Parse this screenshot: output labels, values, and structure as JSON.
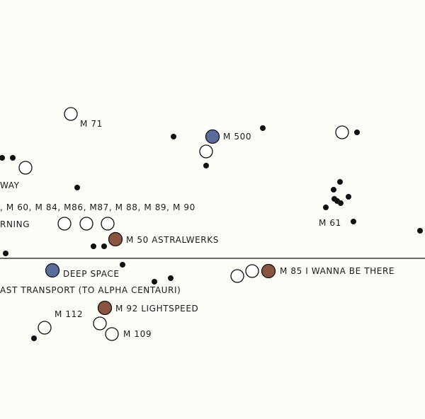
{
  "colors": {
    "background": "#fcfcf7",
    "ink": "#111111",
    "blue": "#5b6b9e",
    "brown": "#8a5540"
  },
  "labels": {
    "m71": "M 71",
    "m500": "M 500",
    "way": "WAY",
    "m60_group": ", M 60, M 84, M86, M87, M 88, M 89, M 90",
    "rning": "RNING",
    "m61": "M 61",
    "m50": "M 50 ASTRALWERKS",
    "deep_space": "DEEP SPACE",
    "m85": "M 85 I WANNA BE THERE",
    "fast_transport": "AST TRANSPORT (TO ALPHA CENTAURI)",
    "m112": "M 112",
    "m92": "M 92 LIGHTSPEED",
    "m109": "M 109"
  }
}
